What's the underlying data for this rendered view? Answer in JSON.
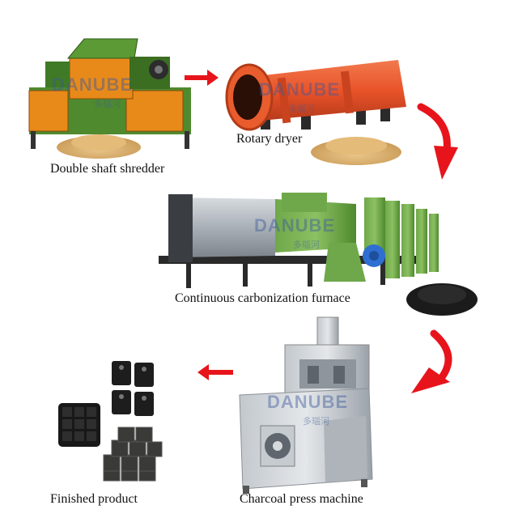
{
  "title": "",
  "watermark": {
    "brand": "DANUBE",
    "brand_cn": "多瑙河"
  },
  "steps": [
    {
      "id": "shredder",
      "label": "Double shaft shredder",
      "icon": "double-shaft-shredder-icon"
    },
    {
      "id": "dryer",
      "label": "Rotary dryer",
      "icon": "rotary-dryer-icon"
    },
    {
      "id": "furnace",
      "label": "Continuous carbonization furnace",
      "icon": "carbonization-furnace-icon"
    },
    {
      "id": "press",
      "label": "Charcoal press machine",
      "icon": "charcoal-press-icon"
    },
    {
      "id": "product",
      "label": "Finished product",
      "icon": "charcoal-briquette-icon"
    }
  ],
  "colors": {
    "arrow": "#e8141b",
    "machine_green": "#4f8a2e",
    "machine_orange": "#e88a1a",
    "dryer_red": "#e9532a",
    "steel": "#a9b0b7",
    "charcoal": "#1b1b1b"
  }
}
